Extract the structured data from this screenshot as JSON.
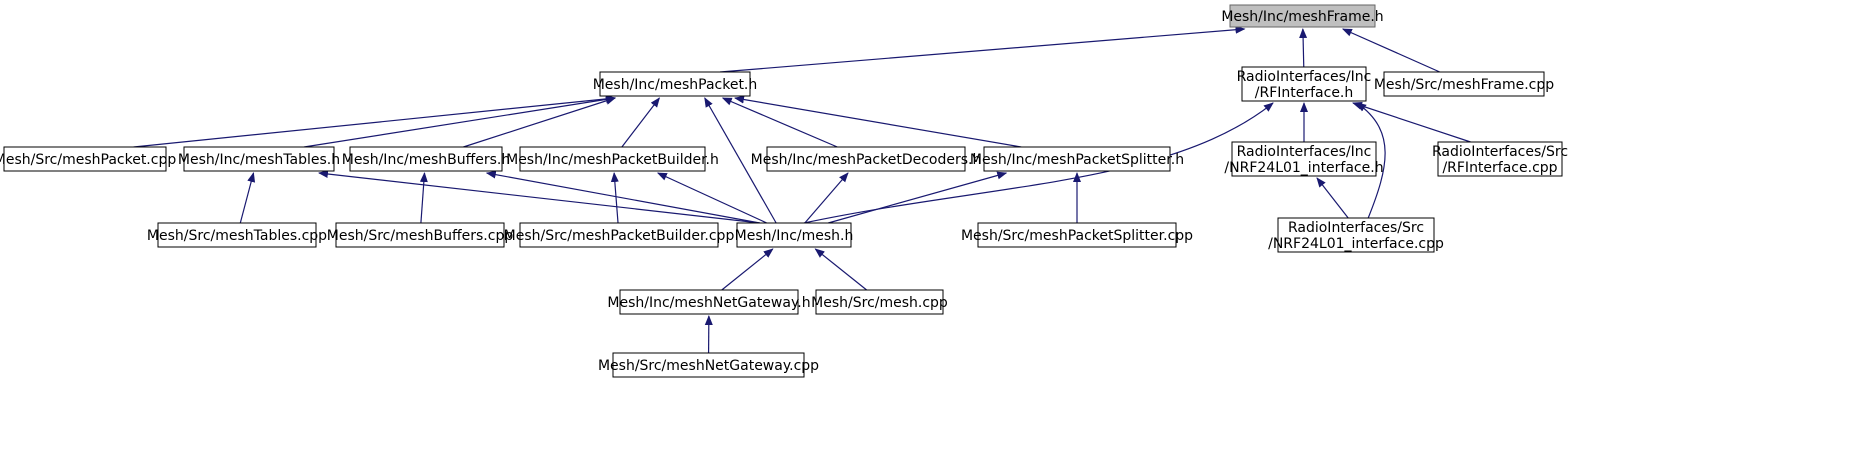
{
  "colors": {
    "edge": "#191970",
    "root_fill": "#bfbfbf",
    "node_fill": "#ffffff",
    "border": "#000000"
  },
  "nodes": [
    {
      "id": "meshFrame_h",
      "lines": [
        "Mesh/Inc/meshFrame.h"
      ],
      "root": true
    },
    {
      "id": "meshPacket_h",
      "lines": [
        "Mesh/Inc/meshPacket.h"
      ]
    },
    {
      "id": "RFInterface_h",
      "lines": [
        "RadioInterfaces/Inc",
        "/RFInterface.h"
      ]
    },
    {
      "id": "meshFrame_cpp",
      "lines": [
        "Mesh/Src/meshFrame.cpp"
      ]
    },
    {
      "id": "meshPacket_cpp",
      "lines": [
        "Mesh/Src/meshPacket.cpp"
      ]
    },
    {
      "id": "meshTables_h",
      "lines": [
        "Mesh/Inc/meshTables.h"
      ]
    },
    {
      "id": "meshBuffers_h",
      "lines": [
        "Mesh/Inc/meshBuffers.h"
      ]
    },
    {
      "id": "meshPacketBuilder_h",
      "lines": [
        "Mesh/Inc/meshPacketBuilder.h"
      ]
    },
    {
      "id": "meshPacketDecoders_h",
      "lines": [
        "Mesh/Inc/meshPacketDecoders.h"
      ]
    },
    {
      "id": "meshPacketSplitter_h",
      "lines": [
        "Mesh/Inc/meshPacketSplitter.h"
      ]
    },
    {
      "id": "NRF24L01_interface_h",
      "lines": [
        "RadioInterfaces/Inc",
        "/NRF24L01_interface.h"
      ]
    },
    {
      "id": "RFInterface_cpp",
      "lines": [
        "RadioInterfaces/Src",
        "/RFInterface.cpp"
      ]
    },
    {
      "id": "meshTables_cpp",
      "lines": [
        "Mesh/Src/meshTables.cpp"
      ]
    },
    {
      "id": "meshBuffers_cpp",
      "lines": [
        "Mesh/Src/meshBuffers.cpp"
      ]
    },
    {
      "id": "meshPacketBuilder_cpp",
      "lines": [
        "Mesh/Src/meshPacketBuilder.cpp"
      ]
    },
    {
      "id": "mesh_h",
      "lines": [
        "Mesh/Inc/mesh.h"
      ]
    },
    {
      "id": "meshPacketSplitter_cpp",
      "lines": [
        "Mesh/Src/meshPacketSplitter.cpp"
      ]
    },
    {
      "id": "NRF24L01_interface_cpp",
      "lines": [
        "RadioInterfaces/Src",
        "/NRF24L01_interface.cpp"
      ]
    },
    {
      "id": "meshNetGateway_h",
      "lines": [
        "Mesh/Inc/meshNetGateway.h"
      ]
    },
    {
      "id": "mesh_cpp",
      "lines": [
        "Mesh/Src/mesh.cpp"
      ]
    },
    {
      "id": "meshNetGateway_cpp",
      "lines": [
        "Mesh/Src/meshNetGateway.cpp"
      ]
    }
  ],
  "edges": [
    {
      "from": "meshPacket_h",
      "to": "meshFrame_h"
    },
    {
      "from": "RFInterface_h",
      "to": "meshFrame_h"
    },
    {
      "from": "meshFrame_cpp",
      "to": "meshFrame_h"
    },
    {
      "from": "meshPacket_cpp",
      "to": "meshPacket_h"
    },
    {
      "from": "meshTables_h",
      "to": "meshPacket_h"
    },
    {
      "from": "meshBuffers_h",
      "to": "meshPacket_h"
    },
    {
      "from": "meshPacketBuilder_h",
      "to": "meshPacket_h"
    },
    {
      "from": "meshPacketDecoders_h",
      "to": "meshPacket_h"
    },
    {
      "from": "meshPacketSplitter_h",
      "to": "meshPacket_h"
    },
    {
      "from": "mesh_h",
      "to": "meshPacket_h"
    },
    {
      "from": "mesh_h",
      "to": "RFInterface_h"
    },
    {
      "from": "NRF24L01_interface_h",
      "to": "RFInterface_h"
    },
    {
      "from": "RFInterface_cpp",
      "to": "RFInterface_h"
    },
    {
      "from": "NRF24L01_interface_cpp",
      "to": "RFInterface_h"
    },
    {
      "from": "meshTables_cpp",
      "to": "meshTables_h"
    },
    {
      "from": "mesh_h",
      "to": "meshTables_h"
    },
    {
      "from": "meshBuffers_cpp",
      "to": "meshBuffers_h"
    },
    {
      "from": "mesh_h",
      "to": "meshBuffers_h"
    },
    {
      "from": "meshPacketBuilder_cpp",
      "to": "meshPacketBuilder_h"
    },
    {
      "from": "mesh_h",
      "to": "meshPacketBuilder_h"
    },
    {
      "from": "mesh_h",
      "to": "meshPacketDecoders_h"
    },
    {
      "from": "mesh_h",
      "to": "meshPacketSplitter_h"
    },
    {
      "from": "meshPacketSplitter_cpp",
      "to": "meshPacketSplitter_h"
    },
    {
      "from": "NRF24L01_interface_cpp",
      "to": "NRF24L01_interface_h"
    },
    {
      "from": "meshNetGateway_h",
      "to": "mesh_h"
    },
    {
      "from": "mesh_cpp",
      "to": "mesh_h"
    },
    {
      "from": "meshNetGateway_cpp",
      "to": "meshNetGateway_h"
    }
  ]
}
